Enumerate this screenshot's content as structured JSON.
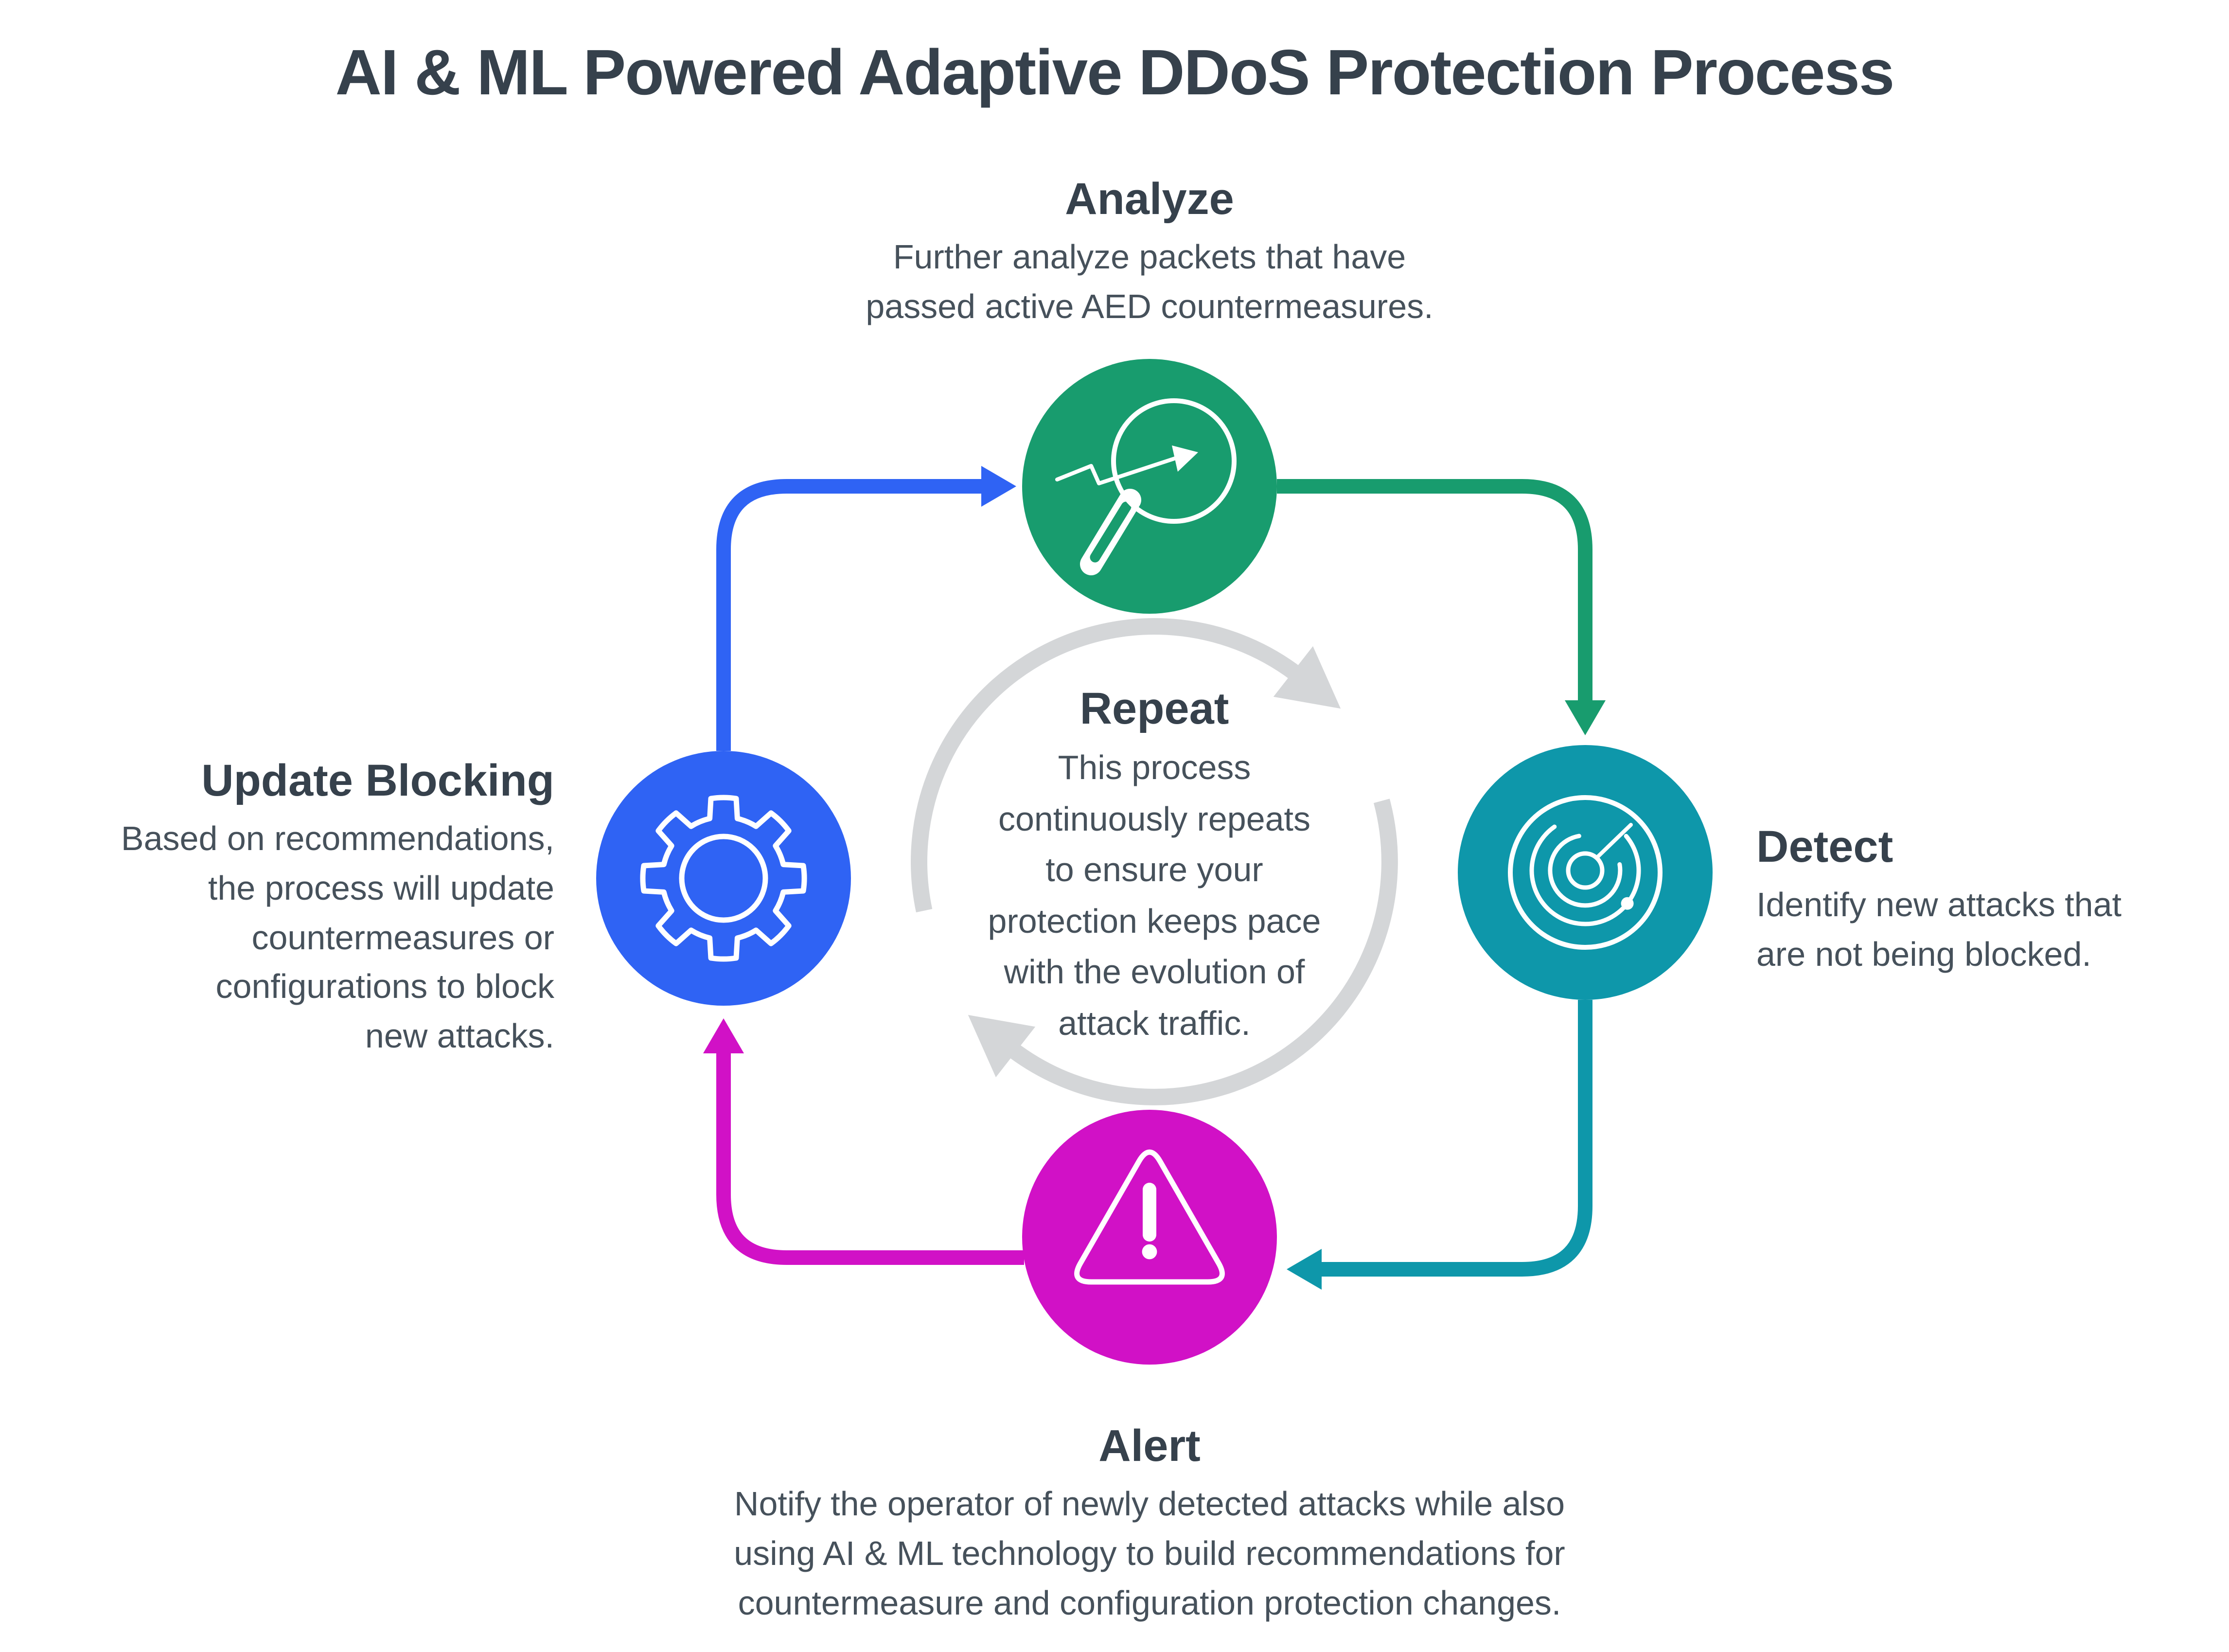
{
  "title": "AI & ML Powered Adaptive DDoS Protection Process",
  "palette": {
    "green": "#189C6E",
    "teal": "#0E97AA",
    "blue": "#2F63F4",
    "magenta": "#D111C6",
    "gray_arrow": "#D4D6D8",
    "heading_text": "#36414C",
    "body_text": "#46515B",
    "icon_stroke": "#FFFFFF"
  },
  "stages": {
    "analyze": {
      "label": "Analyze",
      "description": "Further analyze packets that have\npassed active AED countermeasures.",
      "icon": "magnifier-trend-icon",
      "color": "#189C6E"
    },
    "detect": {
      "label": "Detect",
      "description": "Identify new attacks that\nare not being blocked.",
      "icon": "radar-icon",
      "color": "#0E97AA"
    },
    "alert": {
      "label": "Alert",
      "description": "Notify the operator of newly detected attacks while also\nusing AI & ML technology to build recommendations for\ncountermeasure and configuration protection changes.",
      "icon": "warning-triangle-icon",
      "color": "#D111C6"
    },
    "update_blocking": {
      "label": "Update Blocking",
      "description": "Based on recommendations,\nthe process will update\ncountermeasures or\nconfigurations to block\nnew attacks.",
      "icon": "gear-icon",
      "color": "#2F63F4"
    }
  },
  "center": {
    "label": "Repeat",
    "description": "This process\ncontinuously repeats\nto ensure your\nprotection keeps pace\nwith the evolution of\nattack traffic."
  }
}
